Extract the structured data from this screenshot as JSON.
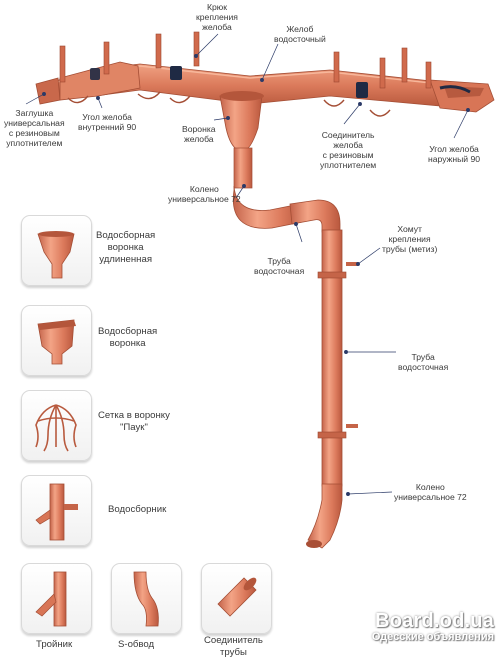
{
  "diagram": {
    "labels": {
      "hook": [
        "Крюк",
        "крепления",
        "желоба"
      ],
      "gutter": [
        "Желоб",
        "водосточный"
      ],
      "end_cap": [
        "Заглушка",
        "универсальная",
        "с резиновым",
        "уплотнителем"
      ],
      "inner_corner": [
        "Угол желоба",
        "внутренний 90"
      ],
      "funnel": [
        "Воронка",
        "желоба"
      ],
      "connector": [
        "Соединитель",
        "желоба",
        "с резиновым",
        "уплотнителем"
      ],
      "outer_corner": [
        "Угол желоба",
        "наружный 90"
      ],
      "elbow_top": [
        "Колено",
        "универсальное 72"
      ],
      "clamp": [
        "Хомут",
        "крепления",
        "трубы (метиз)"
      ],
      "pipe_1": [
        "Труба",
        "водосточная"
      ],
      "pipe_2": [
        "Труба",
        "водосточная"
      ],
      "elbow_bottom": [
        "Колено",
        "универсальное 72"
      ]
    },
    "colors": {
      "copper": "#d9775a",
      "copper_dark": "#b85a3e",
      "copper_light": "#ef9a7c",
      "seal": "#1f2a44"
    }
  },
  "cards": [
    {
      "id": "funnel-long",
      "label": [
        "Водосборная",
        "воронка",
        "удлиненная"
      ]
    },
    {
      "id": "funnel",
      "label": [
        "Водосборная",
        "воронка"
      ]
    },
    {
      "id": "spider",
      "label": [
        "Сетка в воронку",
        "\"Паук\""
      ]
    },
    {
      "id": "collector",
      "label": [
        "Водосборник"
      ]
    },
    {
      "id": "tee",
      "label": [
        "Тройник"
      ]
    },
    {
      "id": "s-bend",
      "label": [
        "S-обвод"
      ]
    },
    {
      "id": "pipe-connector",
      "label": [
        "Соединитель",
        "трубы"
      ]
    }
  ],
  "watermark": {
    "site": "Board.od.ua",
    "tagline": "Одесские объявления"
  }
}
